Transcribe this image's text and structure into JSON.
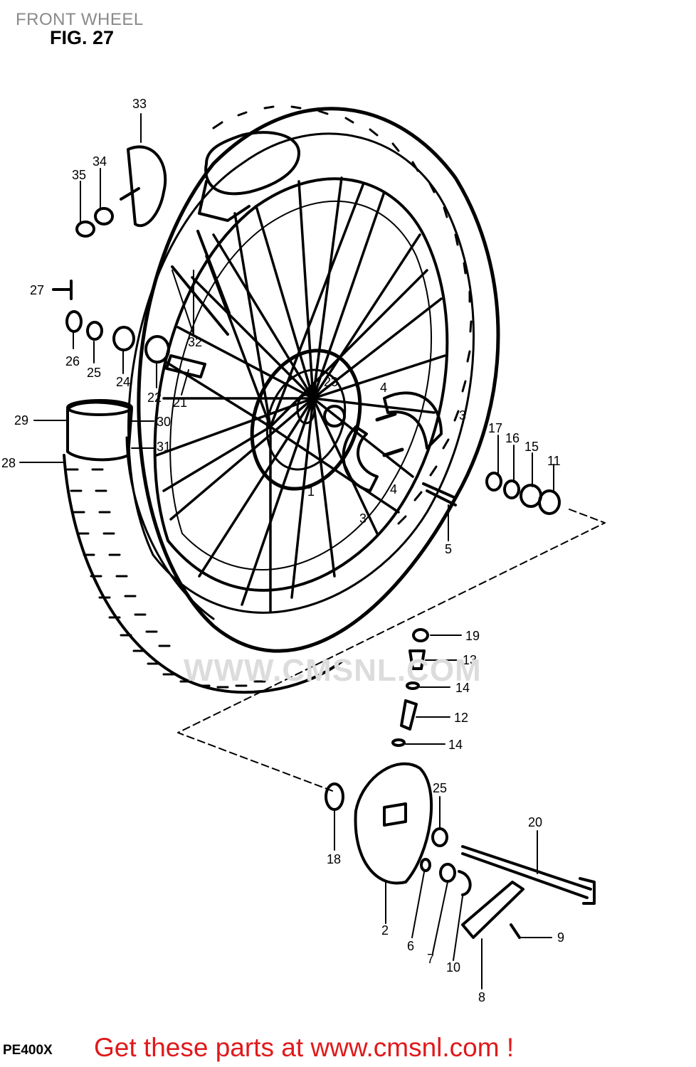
{
  "header": {
    "title": "FRONT WHEEL",
    "figure": "FIG. 27"
  },
  "model": "PE400X",
  "cta": "Get these parts at www.cmsnl.com !",
  "watermark": "WWW.CMSNL.COM",
  "callouts": [
    {
      "id": "c33",
      "text": "33"
    },
    {
      "id": "c34",
      "text": "34"
    },
    {
      "id": "c35",
      "text": "35"
    },
    {
      "id": "c27",
      "text": "27"
    },
    {
      "id": "c26",
      "text": "26"
    },
    {
      "id": "c25a",
      "text": "25"
    },
    {
      "id": "c24",
      "text": "24"
    },
    {
      "id": "c22",
      "text": "22"
    },
    {
      "id": "c21",
      "text": "21"
    },
    {
      "id": "c32",
      "text": "32"
    },
    {
      "id": "c23",
      "text": "23"
    },
    {
      "id": "c29",
      "text": "29"
    },
    {
      "id": "c30",
      "text": "30"
    },
    {
      "id": "c31",
      "text": "31"
    },
    {
      "id": "c28",
      "text": "28"
    },
    {
      "id": "c4a",
      "text": "4"
    },
    {
      "id": "c3a",
      "text": "3"
    },
    {
      "id": "c4b",
      "text": "4"
    },
    {
      "id": "c3b",
      "text": "3"
    },
    {
      "id": "c1",
      "text": "1"
    },
    {
      "id": "c5",
      "text": "5"
    },
    {
      "id": "c17",
      "text": "17"
    },
    {
      "id": "c16",
      "text": "16"
    },
    {
      "id": "c15",
      "text": "15"
    },
    {
      "id": "c11",
      "text": "11"
    },
    {
      "id": "c19",
      "text": "19"
    },
    {
      "id": "c13",
      "text": "13"
    },
    {
      "id": "c14a",
      "text": "14"
    },
    {
      "id": "c12",
      "text": "12"
    },
    {
      "id": "c14b",
      "text": "14"
    },
    {
      "id": "c18",
      "text": "18"
    },
    {
      "id": "c25b",
      "text": "25"
    },
    {
      "id": "c20",
      "text": "20"
    },
    {
      "id": "c2",
      "text": "2"
    },
    {
      "id": "c6",
      "text": "6"
    },
    {
      "id": "c7",
      "text": "7"
    },
    {
      "id": "c10",
      "text": "10"
    },
    {
      "id": "c9",
      "text": "9"
    },
    {
      "id": "c8",
      "text": "8"
    }
  ]
}
